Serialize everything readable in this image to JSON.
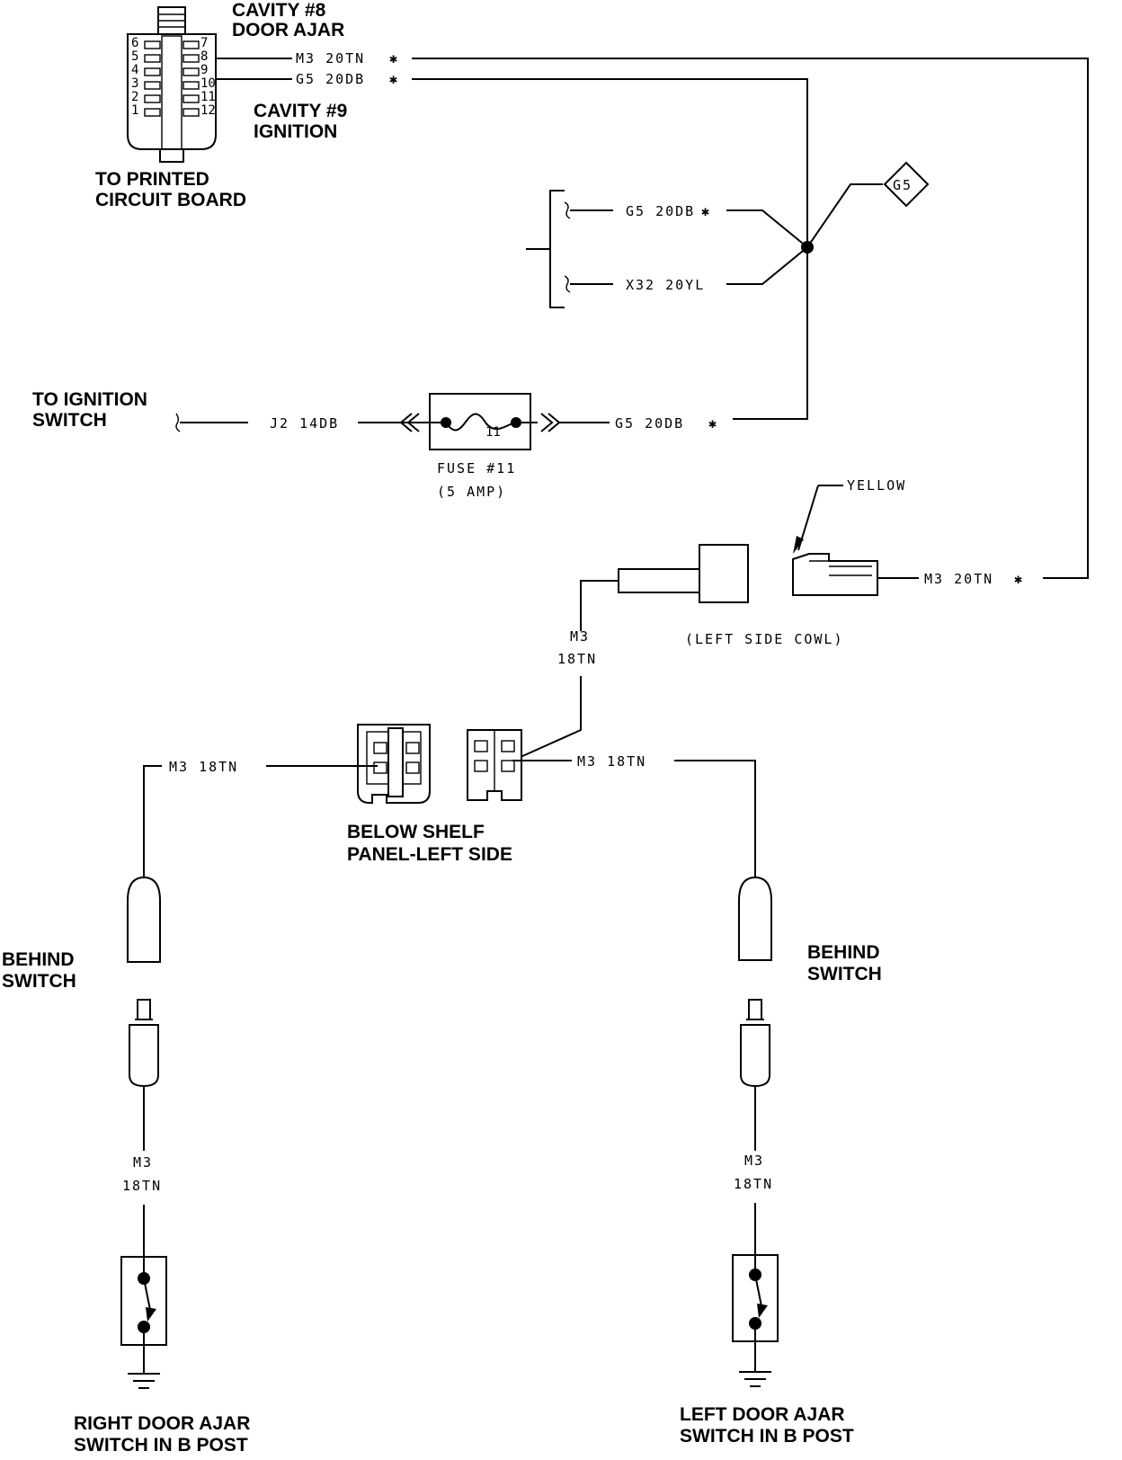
{
  "pcb_connector": {
    "cavity8_line1": "CAVITY #8",
    "cavity8_line2": "DOOR AJAR",
    "cavity9_line1": "CAVITY #9",
    "cavity9_line2": "IGNITION",
    "to_pcb_line1": "TO PRINTED",
    "to_pcb_line2": "CIRCUIT BOARD",
    "left_pins": [
      "6",
      "5",
      "4",
      "3",
      "2",
      "1"
    ],
    "right_pins": [
      "7",
      "8",
      "9",
      "10",
      "11",
      "12"
    ]
  },
  "wires": {
    "m3_20tn_top": "M3 20TN",
    "g5_20db_top": "G5 20DB",
    "g5_20db_splice": "G5 20DB",
    "x32_20yl": "X32 20YL",
    "j2_14db": "J2 14DB",
    "g5_20db_fuse": "G5 20DB",
    "m3_20tn_cowl": "M3 20TN",
    "m3_18tn_vertical_line1": "M3",
    "m3_18tn_vertical_line2": "18TN",
    "m3_18tn_left": "M3 18TN",
    "m3_18tn_right": "M3 18TN",
    "m3_18tn_left_lower_line1": "M3",
    "m3_18tn_left_lower_line2": "18TN",
    "m3_18tn_right_lower_line1": "M3",
    "m3_18tn_right_lower_line2": "18TN",
    "star": "✱"
  },
  "ground_label": "G5",
  "ignition": {
    "line1": "TO IGNITION",
    "line2": "SWITCH"
  },
  "fuse": {
    "number": "11",
    "label_line1": "FUSE #11",
    "label_line2": "(5 AMP)"
  },
  "cowl": {
    "yellow": "YELLOW",
    "label": "(LEFT SIDE COWL)"
  },
  "shelf": {
    "line1": "BELOW SHELF",
    "line2": "PANEL-LEFT SIDE"
  },
  "left_behind": {
    "line1": "BEHIND",
    "line2": "SWITCH"
  },
  "right_behind": {
    "line1": "BEHIND",
    "line2": "SWITCH"
  },
  "right_door": {
    "line1": "RIGHT DOOR AJAR",
    "line2": "SWITCH IN B POST"
  },
  "left_door": {
    "line1": "LEFT DOOR AJAR",
    "line2": "SWITCH IN B POST"
  }
}
